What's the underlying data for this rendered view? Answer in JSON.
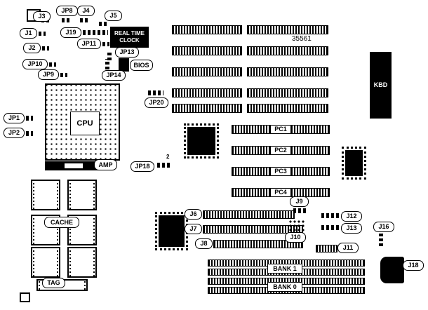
{
  "colors": {
    "ink": "#000000",
    "paper": "#ffffff"
  },
  "board": {
    "part_number": "35561",
    "connectors": {
      "j1": "J1",
      "j2": "J2",
      "j3": "J3",
      "j4": "J4",
      "j5": "J5",
      "j6": "J6",
      "j7": "J7",
      "j8": "J8",
      "j9": "J9",
      "j10": "J10",
      "j11": "J11",
      "j12": "J12",
      "j13": "J13",
      "j16": "J16",
      "j18": "J18",
      "j19": "J19"
    },
    "jumpers": {
      "jp1": "JP1",
      "jp2": "JP2",
      "jp8": "JP8",
      "jp9": "JP9",
      "jp10": "JP10",
      "jp11": "JP11",
      "jp13": "JP13",
      "jp14": "JP14",
      "jp18": "JP18",
      "jp20": "JP20"
    },
    "components": {
      "rtc_line1": "REAL TIME",
      "rtc_line2": "CLOCK",
      "bios": "BIOS",
      "kbd": "KBD",
      "cpu": "CPU",
      "amp": "AMP",
      "cache": "CACHE",
      "tag": "TAG"
    },
    "slots": {
      "pc1": "PC1",
      "pc2": "PC2",
      "pc3": "PC3",
      "pc4": "PC4",
      "bank0": "BANK 0",
      "bank1": "BANK 1"
    },
    "annotations": {
      "jp18_pin2": "2"
    }
  }
}
